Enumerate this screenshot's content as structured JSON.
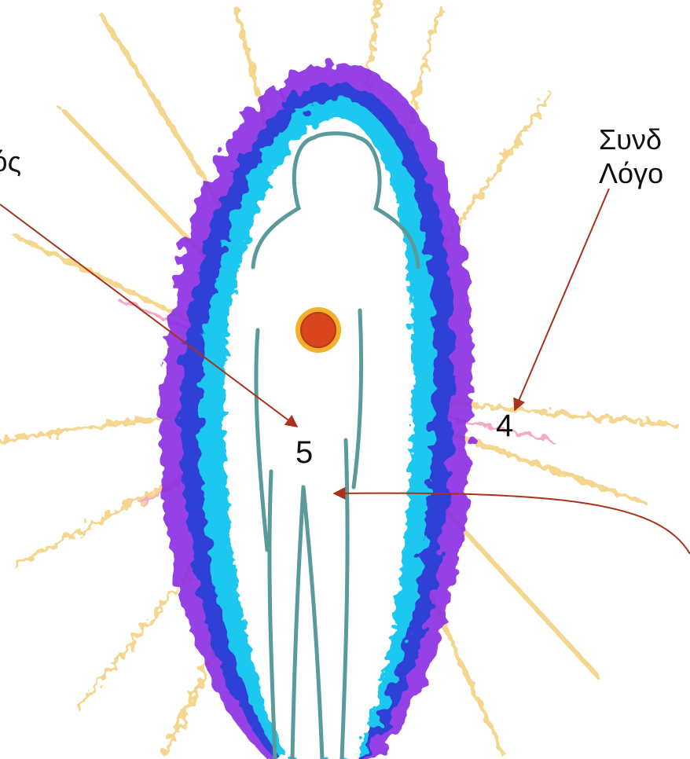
{
  "labels": {
    "left_label": "κός",
    "right_label_line1": "Συνδ",
    "right_label_line2": "Λόγο",
    "number_5": "5",
    "number_4": "4"
  },
  "colors": {
    "aura_outer": "#8a2be2",
    "aura_mid": "#2e3fd6",
    "aura_inner": "#1ec8f0",
    "rays": "#f2c96a",
    "rays_pink": "#e8659a",
    "body_outline": "#5a9a9a",
    "marker_fill": "#d9451c",
    "marker_ring": "#f3b02a",
    "arrow": "#a8321a"
  }
}
